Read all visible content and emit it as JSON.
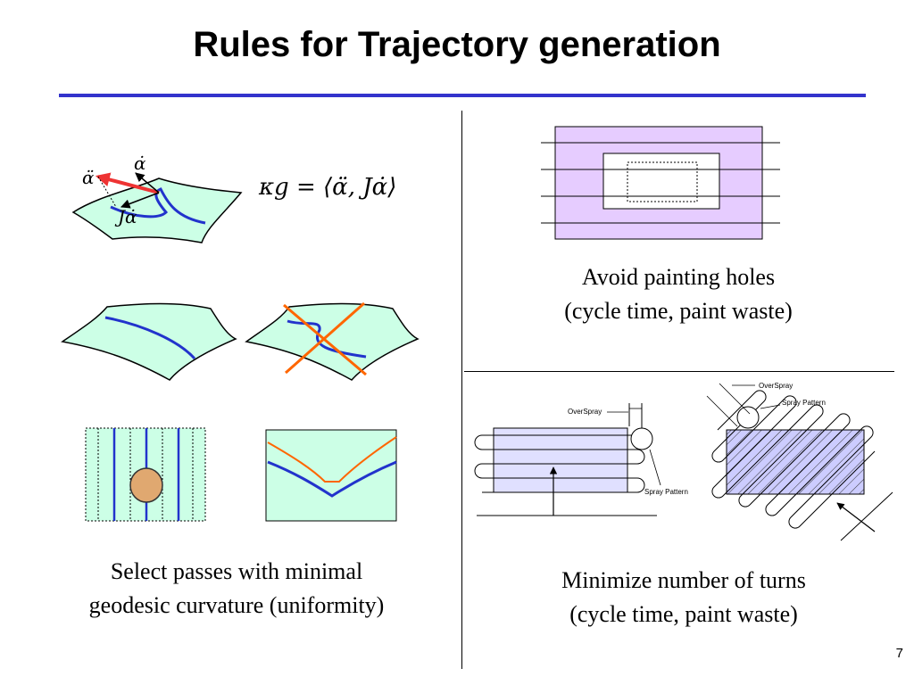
{
  "slide": {
    "title": "Rules for Trajectory generation",
    "page_number": "7"
  },
  "left_panel": {
    "formula": "κg = ⟨α̈, Jα̇⟩",
    "labels": {
      "alpha_ddot": "α̈",
      "alpha_dot": "α̇",
      "j_alpha_dot": "Jα̇"
    },
    "caption_lines": [
      "Select passes with minimal",
      "geodesic curvature (uniformity)"
    ]
  },
  "top_right_panel": {
    "caption_lines": [
      "Avoid painting holes",
      "(cycle time, paint waste)"
    ]
  },
  "bottom_right_panel": {
    "labels": {
      "overspray_left": "OverSpray",
      "spray_pattern_left": "Spray Pattern",
      "overspray_right": "OverSpray",
      "spray_pattern_right": "Spray Pattern"
    },
    "caption_lines": [
      "Minimize number of turns",
      "(cycle time, paint waste)"
    ]
  },
  "colors": {
    "accent_rule": "#3333cc",
    "surface_fill": "#ccffe6",
    "path_blue": "#2233cc",
    "cross_orange": "#ff6600",
    "vector_red": "#ee3333",
    "hole_fill": "#e6ccff",
    "spray_area": "#ccccff",
    "obstacle_fill": "#e0a870"
  }
}
